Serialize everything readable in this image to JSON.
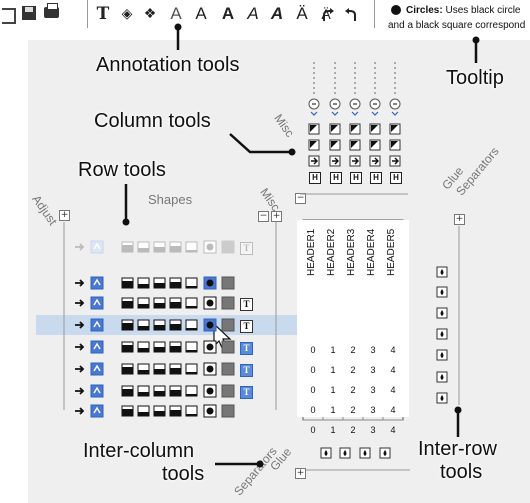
{
  "toolbar": {
    "annotation_glyphs": [
      "T",
      "A",
      "A",
      "A",
      "A",
      "Ä",
      "Ä"
    ],
    "icons": [
      "align-icon",
      "save-icon",
      "print-icon",
      "bold-text-icon",
      "fill-icon",
      "pattern-icon",
      "font-icon",
      "redo-icon",
      "undo-icon"
    ]
  },
  "tooltip": {
    "title": "Circles:",
    "line1": "Uses black circle",
    "line2": "and a black square correspond"
  },
  "callouts": {
    "annotation_tools": "Annotation tools",
    "tooltip": "Tooltip",
    "column_tools": "Column tools",
    "row_tools": "Row tools",
    "inter_column_tools_line1": "Inter-column",
    "inter_column_tools_line2": "tools",
    "inter_row_tools_line1": "Inter-row",
    "inter_row_tools_line2": "tools"
  },
  "group_labels": {
    "adjust": "Adjust",
    "shapes": "Shapes",
    "misc_row": "Misc",
    "misc_column": "Misc",
    "glue_top": "Glue",
    "separators_top": "Separators",
    "glue_bottom": "Glue",
    "separators_bottom": "Separators"
  },
  "column_misc_buttons": [
    "H",
    "H",
    "H",
    "H",
    "H"
  ],
  "row_misc_text_button": "T",
  "matrix": {
    "headers": [
      "HEADER1",
      "HEADER2",
      "HEADER3",
      "HEADER4",
      "HEADER5"
    ],
    "numeric_rows": [
      [
        "0",
        "1",
        "2",
        "3",
        "4"
      ],
      [
        "0",
        "1",
        "2",
        "3",
        "4"
      ],
      [
        "0",
        "1",
        "2",
        "3",
        "4"
      ],
      [
        "0",
        "1",
        "2",
        "3",
        "4"
      ],
      [
        "0",
        "1",
        "2",
        "3",
        "4"
      ]
    ]
  },
  "colors": {
    "panel": "#efefef",
    "highlight": "#c9d9ee",
    "accent_blue": "#2f62c4",
    "grid_line": "#888888"
  }
}
